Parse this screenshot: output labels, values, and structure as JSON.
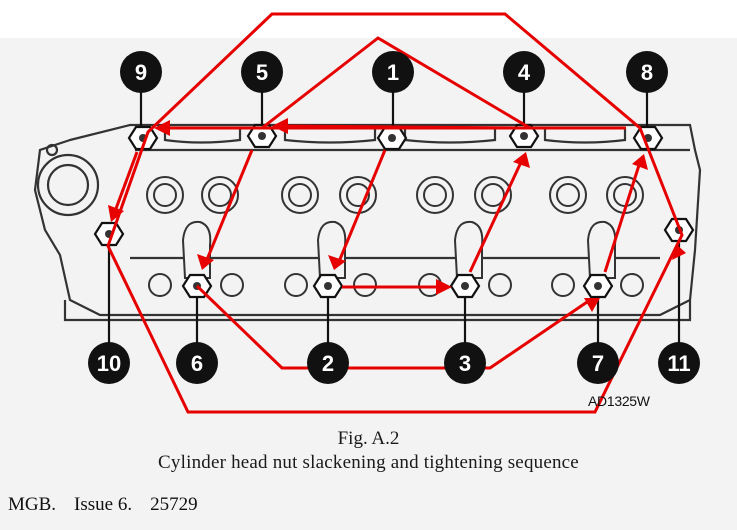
{
  "figure": {
    "label": "Fig. A.2",
    "caption": "Cylinder head nut slackening and tightening sequence",
    "drawing_code": "AD1325W"
  },
  "footer": {
    "model": "MGB.",
    "issue": "Issue 6.",
    "number": "25729"
  },
  "sequence": [
    "1",
    "2",
    "3",
    "4",
    "5",
    "6",
    "7",
    "8",
    "9",
    "10",
    "11"
  ],
  "colors": {
    "arrow": "#e60000",
    "badge": "#111111",
    "line_art": "#333333",
    "paper": "#ffffff"
  }
}
